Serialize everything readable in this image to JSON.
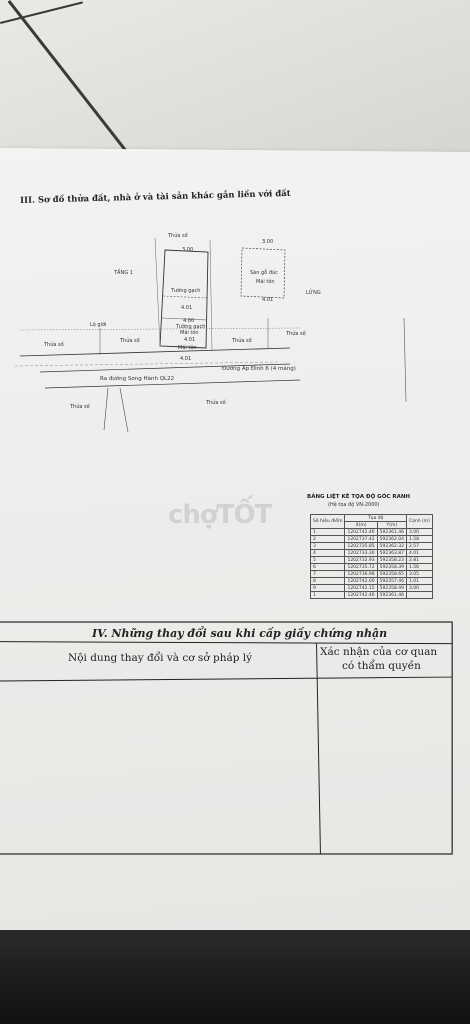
{
  "section3": {
    "title": "III. Sơ đồ thửa đất, nhà ở và tài sản khác gắn liền với đất"
  },
  "plan": {
    "tang1": "TẦNG 1",
    "lung": "LỬNG",
    "tuong_gach": "Tường gạch",
    "tuong_gach_mai_ton": "Tường gạch",
    "mai_ton": "Mái tôn",
    "mai_ton_2": "Mái tôn",
    "san_go_duc": "Sàn gỗ đúc",
    "mai_ton_3": "Mái tôn",
    "thua_so_1": "Thửa số",
    "thua_so_2": "Thửa số",
    "thua_so_3": "Thửa số",
    "thua_so_4": "Thửa số",
    "thua_so_5": "Thửa số",
    "thua_so_6": "Thửa số",
    "thua_so_7": "Thửa số",
    "lo_gioi": "Lộ giới",
    "road1": "Ra đường Song Hành QL22",
    "road2": "Đường Ấp Đình 6 (4 mảng)",
    "dim_300a": "3.00",
    "dim_300b": "3.00",
    "dim_401a": "4.01",
    "dim_401b": "4.01",
    "dim_401c": "4.01",
    "dim_401d": "4.01",
    "dim_400": "4.00"
  },
  "coords": {
    "title": "BẢNG LIỆT KÊ TỌA ĐỘ GÓC RANH",
    "subtitle": "(Hệ tọa độ VN-2000)",
    "headers": [
      "Số hiệu điểm",
      "Tọa độ",
      "Cạnh (m)"
    ],
    "subheaders": [
      "X(m)",
      "Y(m)"
    ],
    "rows": [
      [
        "1",
        "1202742.46",
        "592361.46",
        "3.00"
      ],
      [
        "2",
        "1202737.42",
        "592362.04",
        "1.58"
      ],
      [
        "3",
        "1202735.85",
        "592362.32",
        "2.57"
      ],
      [
        "4",
        "1202733.30",
        "592363.87",
        "4.01"
      ],
      [
        "5",
        "1202732.93",
        "592358.23",
        "2.81"
      ],
      [
        "6",
        "1202735.72",
        "592358.39",
        "1.56"
      ],
      [
        "7",
        "1202736.98",
        "592358.65",
        "3.05"
      ],
      [
        "8",
        "1202742.00",
        "592357.46",
        "1.01"
      ],
      [
        "9",
        "1202742.15",
        "592358.49",
        "3.00"
      ],
      [
        "1",
        "1202742.46",
        "592361.46",
        ""
      ]
    ]
  },
  "watermark": "chợTỐT",
  "section4": {
    "title": "IV. Những thay đổi sau khi cấp giấy chứng nhận",
    "col1": "Nội dung thay đổi và cơ sở pháp lý",
    "col2_line1": "Xác nhận của cơ quan",
    "col2_line2": "có thẩm quyền"
  }
}
